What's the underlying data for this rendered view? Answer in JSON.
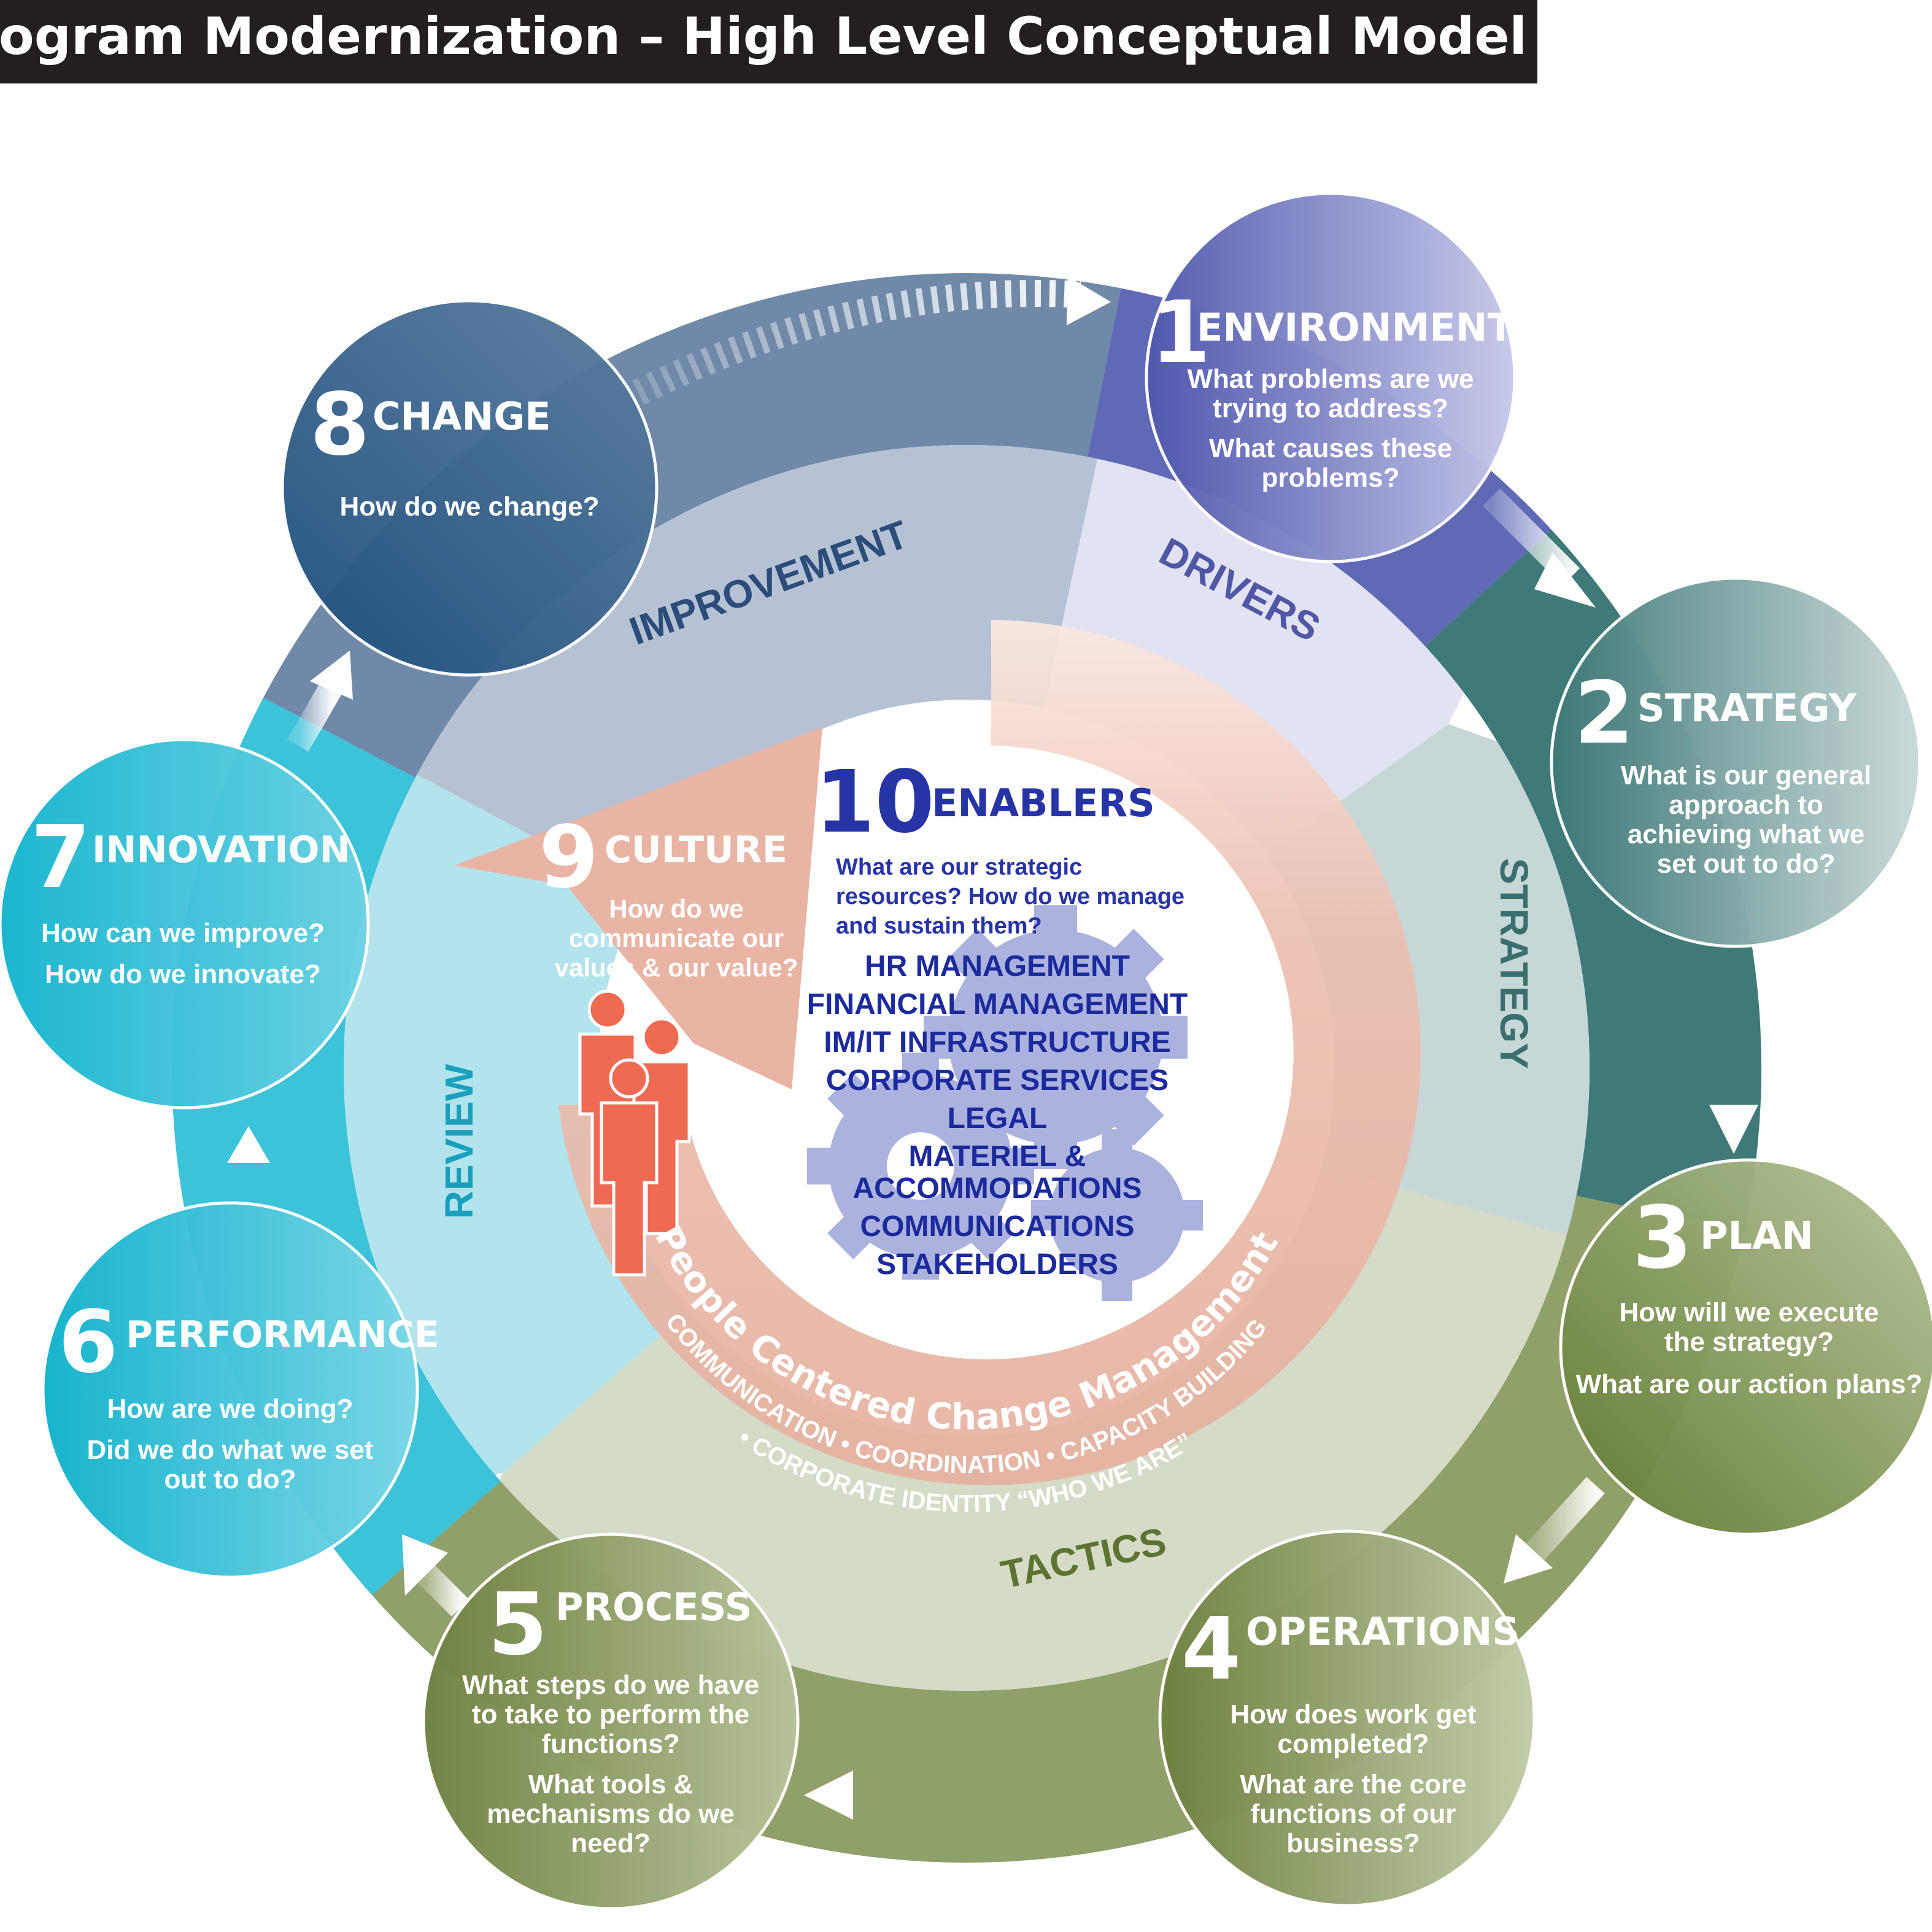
{
  "title": "ogram Modernization – High Level Conceptual Model",
  "colors": {
    "title_bar": "#231f20",
    "improvement": "#7089a8",
    "drivers": "#5f69b5",
    "strategy": "#3f7a78",
    "tactics": "#8fa06b",
    "review": "#3cc2d9",
    "culture": "#e9b4a4",
    "enablers_text": "#1b2a9c"
  },
  "sections": {
    "improvement": "IMPROVEMENT",
    "drivers": "DRIVERS",
    "strategy": "STRATEGY",
    "tactics": "TACTICS",
    "review": "REVIEW"
  },
  "nodes": [
    {
      "number": "1",
      "title": "ENVIRONMENT",
      "icon": "environment-circle",
      "questions": [
        "What problems are we",
        "trying to address?",
        "What causes these",
        "problems?"
      ]
    },
    {
      "number": "2",
      "title": "STRATEGY",
      "icon": "strategy-circle",
      "questions": [
        "What is our general",
        "approach to",
        "achieving what we",
        "set out to do?"
      ]
    },
    {
      "number": "3",
      "title": "PLAN",
      "icon": "plan-circle",
      "questions": [
        "How will we execute",
        "the strategy?",
        "What are our action plans?"
      ]
    },
    {
      "number": "4",
      "title": "OPERATIONS",
      "icon": "operations-circle",
      "questions": [
        "How does work get",
        "completed?",
        "What are the core",
        "functions of our",
        "business?"
      ]
    },
    {
      "number": "5",
      "title": "PROCESS",
      "icon": "process-circle",
      "questions": [
        "What steps do we have",
        "to take to perform the",
        "functions?",
        "What tools &",
        "mechanisms do we",
        "need?"
      ]
    },
    {
      "number": "6",
      "title": "PERFORMANCE",
      "icon": "performance-circle",
      "questions": [
        "How are we doing?",
        "Did we do what we set",
        "out to do?"
      ]
    },
    {
      "number": "7",
      "title": "INNOVATION",
      "icon": "innovation-circle",
      "questions": [
        "How can we improve?",
        "How do we innovate?"
      ]
    },
    {
      "number": "8",
      "title": "CHANGE",
      "icon": "change-circle",
      "questions": [
        "How do we change?"
      ]
    }
  ],
  "culture": {
    "number": "9",
    "title": "CULTURE",
    "questions": [
      "How do we",
      "communicate our",
      "values & our value?"
    ],
    "icon": "people-icon"
  },
  "enablers": {
    "number": "10",
    "title": "ENABLERS",
    "questions": [
      "What are our strategic",
      "resources? How do we manage",
      "and sustain them?"
    ],
    "items": [
      "HR MANAGEMENT",
      "FINANCIAL MANAGEMENT",
      "IM/IT INFRASTRUCTURE",
      "CORPORATE SERVICES",
      "LEGAL",
      "MATERIEL &",
      "ACCOMMODATIONS",
      "COMMUNICATIONS",
      "STAKEHOLDERS"
    ],
    "icon": "gears-icon"
  },
  "pccm": {
    "title": "People Centered Change Management",
    "line1": "COMMUNICATION  •  COORDINATION  •  CAPACITY BUILDING",
    "line2": "• CORPORATE IDENTITY “WHO WE ARE”"
  }
}
